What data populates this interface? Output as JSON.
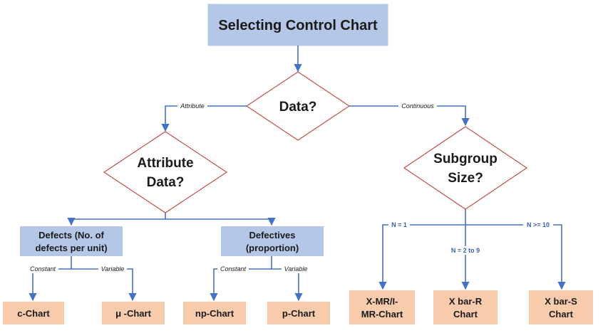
{
  "title": "Selecting Control Chart",
  "nodes": {
    "data_decision": [
      "Data?"
    ],
    "attribute_decision": [
      "Attribute",
      "Data?"
    ],
    "subgroup_decision": [
      "Subgroup",
      "Size?"
    ],
    "defects": [
      "Defects (No. of",
      "defects per unit)"
    ],
    "defectives": [
      "Defectives",
      "(proportion)"
    ],
    "c_chart": [
      "c-Chart"
    ],
    "u_chart": [
      "μ -Chart"
    ],
    "np_chart": [
      "np-Chart"
    ],
    "p_chart": [
      "p-Chart"
    ],
    "xmr_chart": [
      "X-MR/I-",
      "MR-Chart"
    ],
    "xbar_r_chart": [
      "X bar-R",
      "Chart"
    ],
    "xbar_s_chart": [
      "X bar-S",
      "Chart"
    ]
  },
  "edges": {
    "attribute": "Attribute",
    "continuous": "Continuous",
    "constant_1": "Constant",
    "variable_1": "Variable",
    "constant_2": "Constant",
    "variable_2": "Variable",
    "n_eq_1": "N = 1",
    "n_2_to_9": "N = 2 to 9",
    "n_ge_10": "N >= 10"
  },
  "colors": {
    "title_fill": "#b4c7e7",
    "box_fill": "#b4c7e7",
    "chart_fill": "#f8cbad",
    "diamond_stroke": "#c0504d",
    "edge": "#4472c4",
    "edge_label_blue": "#3a5fb0"
  }
}
